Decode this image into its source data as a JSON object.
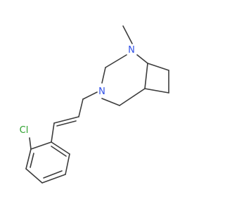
{
  "molecule": {
    "atom_labels": {
      "n_bridge": "N",
      "n_ring": "N",
      "chlorine": "Cl"
    },
    "colors": {
      "bond": "#3c3c3c",
      "nitrogen": "#2f4fe6",
      "chlorine": "#2ba02b",
      "background": "#ffffff"
    }
  }
}
